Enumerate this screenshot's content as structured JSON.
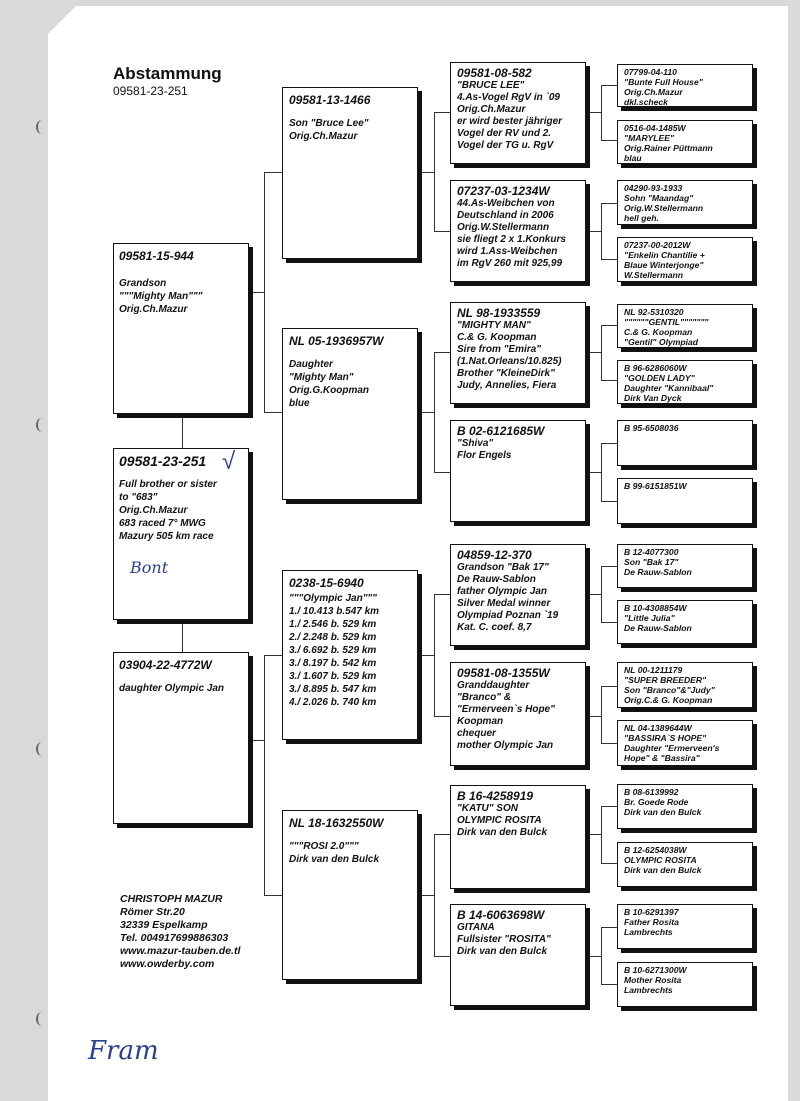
{
  "page": {
    "title": "Abstammung",
    "subtitle": "09581-23-251"
  },
  "address": {
    "lines": [
      "CHRISTOPH MAZUR",
      "Römer Str.20",
      "32339 Espelkamp",
      "Tel. 004917699886303",
      "www.mazur-tauben.de.tl",
      "www.owderby.com"
    ]
  },
  "handwriting": {
    "note1": "Bont",
    "note2": "Fram",
    "check": "√"
  },
  "pedigree": {
    "grandson": {
      "id": "09581-15-944",
      "lines": [
        "Grandson",
        "\"\"\"Mighty Man\"\"\"",
        "Orig.Ch.Mazur"
      ]
    },
    "subject": {
      "id": "09581-23-251",
      "lines": [
        "Full brother or sister",
        "to \"683\"",
        "Orig.Ch.Mazur",
        "683 raced 7° MWG",
        "Mazury 505 km race"
      ]
    },
    "dam": {
      "id": "03904-22-4772W",
      "lines": [
        "daughter Olympic Jan"
      ]
    },
    "g2": [
      {
        "id": "09581-13-1466",
        "lines": [
          "Son \"Bruce Lee\"",
          "Orig.Ch.Mazur"
        ]
      },
      {
        "id": "NL 05-1936957W",
        "lines": [
          "Daughter",
          "\"Mighty Man\"",
          "Orig.G.Koopman",
          "blue"
        ]
      },
      {
        "id": "0238-15-6940",
        "lines": [
          "\"\"\"Olympic Jan\"\"\"",
          "1./ 10.413 b.547 km",
          "1./ 2.546 b. 529 km",
          "2./ 2.248 b. 529 km",
          "3./ 6.692 b. 529 km",
          "3./ 8.197 b. 542 km",
          "3./ 1.607 b. 529 km",
          "3./ 8.895 b. 547 km",
          "4./ 2.026 b. 740 km"
        ]
      },
      {
        "id": "NL 18-1632550W",
        "lines": [
          "\"\"\"ROSI 2.0\"\"\"",
          "Dirk van den Bulck"
        ]
      }
    ],
    "g3": [
      {
        "id": "09581-08-582",
        "lines": [
          "\"BRUCE LEE\"",
          "4.As-Vogel RgV in `09",
          "Orig.Ch.Mazur",
          "er wird bester jähriger",
          "Vogel der RV und 2.",
          "Vogel der TG u. RgV"
        ]
      },
      {
        "id": "07237-03-1234W",
        "lines": [
          "44.As-Weibchen von",
          "Deutschland in 2006",
          "Orig.W.Stellermann",
          "sie fliegt 2 x 1.Konkurs",
          "wird 1.Ass-Weibchen",
          "im RgV 260 mit 925,99"
        ]
      },
      {
        "id": "NL 98-1933559",
        "lines": [
          "\"MIGHTY MAN\"",
          "C.& G. Koopman",
          "Sire from \"Emira\"",
          "(1.Nat.Orleans/10.825)",
          "Brother \"KleineDirk\"",
          "Judy, Annelies, Fiera"
        ]
      },
      {
        "id": "B 02-6121685W",
        "lines": [
          "\"Shiva\"",
          "Flor Engels"
        ]
      },
      {
        "id": "04859-12-370",
        "lines": [
          "Grandson \"Bak 17\"",
          "De Rauw-Sablon",
          "father Olympic Jan",
          "Silver Medal winner",
          "Olympiad Poznan `19",
          "Kat. C. coef. 8,7"
        ]
      },
      {
        "id": "09581-08-1355W",
        "lines": [
          "Granddaughter",
          "\"Branco\" &",
          "\"Ermerveen`s Hope\"",
          "Koopman",
          "chequer",
          "mother Olympic Jan"
        ]
      },
      {
        "id": "B 16-4258919",
        "lines": [
          "\"KATU\" SON",
          "OLYMPIC ROSITA",
          "Dirk van den Bulck"
        ]
      },
      {
        "id": "B 14-6063698W",
        "lines": [
          "GITANA",
          "Fullsister \"ROSITA\"",
          "Dirk van den Bulck"
        ]
      }
    ],
    "g4": [
      {
        "id": "07799-04-110",
        "lines": [
          "\"Bunte Full House\"",
          "Orig.Ch.Mazur",
          "dkl.scheck"
        ]
      },
      {
        "id": "0516-04-1485W",
        "lines": [
          "\"MARYLEE\"",
          "Orig.Rainer Püttmann",
          "blau"
        ]
      },
      {
        "id": "04290-93-1933",
        "lines": [
          "Sohn \"Maandag\"",
          "Orig.W.Stellermann",
          "hell geh."
        ]
      },
      {
        "id": "07237-00-2012W",
        "lines": [
          "\"Enkelin Chantilie +",
          "Blaue Winterjonge\"",
          "W.Stellermann"
        ]
      },
      {
        "id": "NL 92-5310320",
        "lines": [
          "\"\"\"\"\"\"GENTIL\"\"\"\"\"\"\"",
          "C.& G. Koopman",
          "\"Gentil\" Olympiad"
        ]
      },
      {
        "id": "B 96-6286060W",
        "lines": [
          "\"GOLDEN LADY\"",
          "Daughter \"Kannibaal\"",
          "Dirk Van Dyck"
        ]
      },
      {
        "id": "B 95-6508036",
        "lines": []
      },
      {
        "id": "B 99-6151851W",
        "lines": []
      },
      {
        "id": "B 12-4077300",
        "lines": [
          "Son \"Bak 17\"",
          "De Rauw-Sablon"
        ]
      },
      {
        "id": "B 10-4308854W",
        "lines": [
          "\"Little Julia\"",
          "De Rauw-Sablon"
        ]
      },
      {
        "id": "NL 00-1211179",
        "lines": [
          "\"SUPER BREEDER\"",
          "Son \"Branco\"&\"Judy\"",
          "Orig.C.& G. Koopman"
        ]
      },
      {
        "id": "NL 04-1389644W",
        "lines": [
          "\"BASSIRA`S HOPE\"",
          "Daughter \"Ermerveen's",
          "Hope\" & \"Bassira\""
        ]
      },
      {
        "id": "B 08-6139992",
        "lines": [
          "Br. Goede Rode",
          "Dirk van den Bulck"
        ]
      },
      {
        "id": "B 12-6254038W",
        "lines": [
          "OLYMPIC ROSITA",
          "Dirk van den Bulck"
        ]
      },
      {
        "id": "B 10-6291397",
        "lines": [
          "Father Rosita",
          "Lambrechts"
        ]
      },
      {
        "id": "B 10-6271300W",
        "lines": [
          "Mother Rosita",
          "Lambrechts"
        ]
      }
    ]
  }
}
